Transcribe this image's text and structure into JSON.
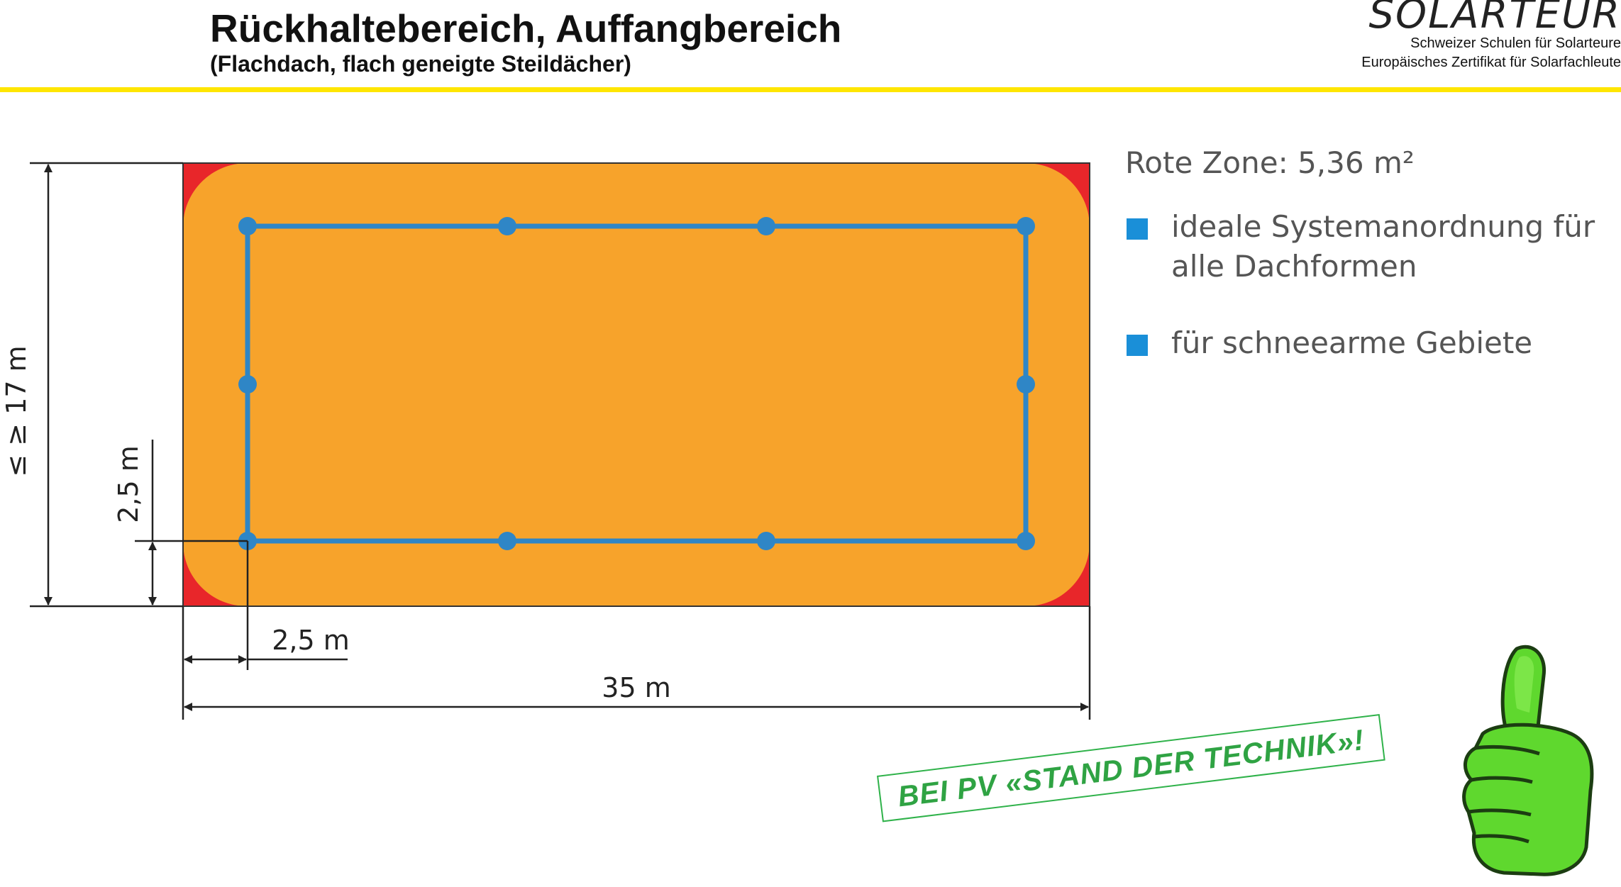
{
  "header": {
    "title": "Rückhaltebereich, Auffangbereich",
    "subtitle": "(Flachdach, flach geneigte Steildächer)"
  },
  "logo": {
    "wordmark": "SOLARTEUR",
    "line1": "Schweizer Schulen für Solarteure",
    "line2": "Europäisches Zertifikat für Solarfachleute"
  },
  "diagram": {
    "height_label": "≤ ≥ 17 m",
    "edge_distance_vertical": "2,5 m",
    "edge_distance_horizontal": "2,5 m",
    "width_label": "35 m",
    "colors": {
      "roof_fill": "#f7a32b",
      "red_zone": "#e8262a",
      "system_line": "#2f86c6",
      "dimension": "#222222"
    }
  },
  "info": {
    "red_zone": "Rote Zone: 5,36 m²",
    "bullets": [
      "ideale Systemanordnung für alle Dachformen",
      "für schneearme Gebiete"
    ],
    "bullet_color": "#1a8fd8"
  },
  "stamp": {
    "text": "BEI PV «STAND DER TECHNIK»!",
    "color": "#2fa343"
  },
  "icons": {
    "thumb": "thumbs-up-icon"
  }
}
